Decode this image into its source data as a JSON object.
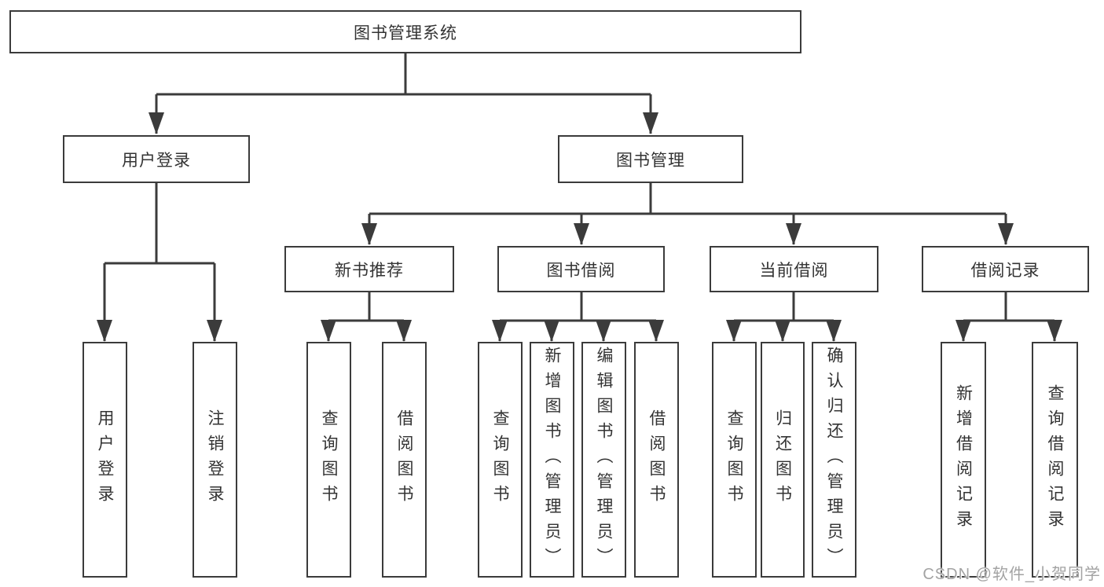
{
  "diagram": {
    "type": "hierarchy-tree",
    "colors": {
      "line": "#3b3b3b",
      "border": "#3b3b3b",
      "text": "#333333",
      "box_fill": "#ffffff",
      "watermark_text": "#a3a3a3",
      "background": "#ffffff"
    },
    "nodes": {
      "root": {
        "label": "图书管理系统"
      },
      "user_login": {
        "label": "用户登录"
      },
      "book_mgmt": {
        "label": "图书管理"
      },
      "new_book_rec": {
        "label": "新书推荐"
      },
      "book_borrow": {
        "label": "图书借阅"
      },
      "current_borrow": {
        "label": "当前借阅"
      },
      "borrow_record": {
        "label": "借阅记录"
      },
      "leaf_user_login": {
        "label": "用户登录"
      },
      "leaf_logout": {
        "label": "注销登录"
      },
      "leaf_nbr_query": {
        "label": "查询图书"
      },
      "leaf_nbr_borrow": {
        "label": "借阅图书"
      },
      "leaf_bb_query": {
        "label": "查询图书"
      },
      "leaf_bb_add": {
        "label": "新增图书（管理员）"
      },
      "leaf_bb_edit": {
        "label": "编辑图书（管理员）"
      },
      "leaf_bb_borrow": {
        "label": "借阅图书"
      },
      "leaf_cb_query": {
        "label": "查询图书"
      },
      "leaf_cb_return": {
        "label": "归还图书"
      },
      "leaf_cb_confirm": {
        "label": "确认归还（管理员）"
      },
      "leaf_br_add": {
        "label": "新增借阅记录"
      },
      "leaf_br_query": {
        "label": "查询借阅记录"
      }
    },
    "edges": [
      "root→用户登录",
      "root→图书管理",
      "用户登录→用户登录",
      "用户登录→注销登录",
      "图书管理→新书推荐",
      "图书管理→图书借阅",
      "图书管理→当前借阅",
      "图书管理→借阅记录",
      "新书推荐→查询图书",
      "新书推荐→借阅图书",
      "图书借阅→查询图书",
      "图书借阅→新增图书（管理员）",
      "图书借阅→编辑图书（管理员）",
      "图书借阅→借阅图书",
      "当前借阅→查询图书",
      "当前借阅→归还图书",
      "当前借阅→确认归还（管理员）",
      "借阅记录→新增借阅记录",
      "借阅记录→查询借阅记录"
    ],
    "watermark": "CSDN @软件_小贺同学"
  }
}
